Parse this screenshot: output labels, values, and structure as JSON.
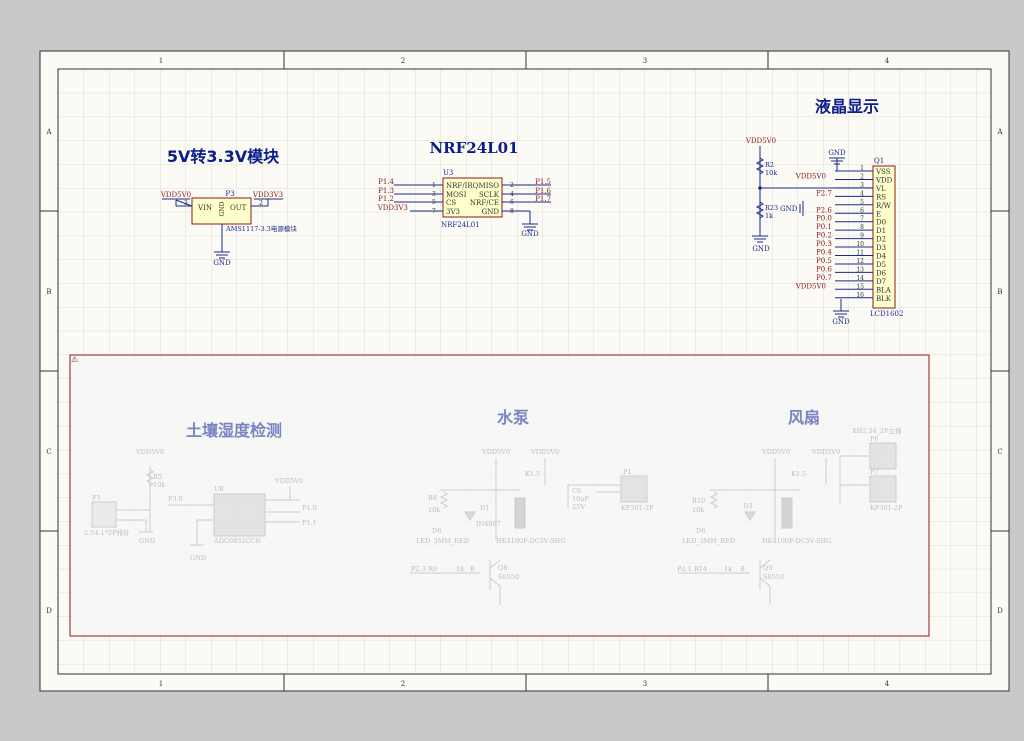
{
  "frame": {
    "columns": [
      "1",
      "2",
      "3",
      "4"
    ],
    "rows": [
      "A",
      "B",
      "C",
      "D"
    ]
  },
  "titles": {
    "regulator": "5V转3.3V模块",
    "nrf": "NRF24L01",
    "lcd": "液晶显示",
    "soil": "土壤湿度检测",
    "pump": "水泵",
    "fan": "风扇"
  },
  "regulator": {
    "designator": "P3",
    "vin": "VIN",
    "gnd": "GND",
    "out": "OUT",
    "pin_in": "3",
    "pin_out": "2",
    "net_in": "VDD5V0",
    "net_out": "VDD3V3",
    "gnd_net": "GND",
    "comment": "AMS1117-3.3电源模块"
  },
  "nrf": {
    "designator": "U3",
    "comment": "NRF24L01",
    "left_pins": [
      {
        "net": "P1.4",
        "num": "1",
        "name": "NRF/IRQ"
      },
      {
        "net": "P1.3",
        "num": "3",
        "name": "MOSI"
      },
      {
        "net": "P1.2",
        "num": "5",
        "name": "CS"
      },
      {
        "net": "VDD3V3",
        "num": "7",
        "name": "3V3"
      }
    ],
    "right_pins": [
      {
        "net": "P1.5",
        "num": "2",
        "name": "MISO"
      },
      {
        "net": "P1.6",
        "num": "4",
        "name": "SCLK"
      },
      {
        "net": "P1.7",
        "num": "6",
        "name": "NRF/CE"
      },
      {
        "net": "",
        "num": "8",
        "name": "GND"
      }
    ],
    "gnd_net": "GND"
  },
  "lcd": {
    "designator": "Q1",
    "comment": "LCD1602",
    "gnd_top": "GND",
    "gnd_bottom": "GND",
    "vdd_top": "VDD5V0",
    "r2_ref": "R2",
    "r2_val": "10k",
    "r23_ref": "R23",
    "r23_val": "1k",
    "r_gnd": "GND",
    "mid_gnd": "GND",
    "pins": [
      {
        "num": "1",
        "name": "VSS",
        "net": ""
      },
      {
        "num": "2",
        "name": "VDD",
        "net": "VDD5V0"
      },
      {
        "num": "3",
        "name": "VL",
        "net": ""
      },
      {
        "num": "4",
        "name": "RS",
        "net": "P2.7"
      },
      {
        "num": "5",
        "name": "R/W",
        "net": ""
      },
      {
        "num": "6",
        "name": "E",
        "net": "P2.6"
      },
      {
        "num": "7",
        "name": "D0",
        "net": "P0.0"
      },
      {
        "num": "8",
        "name": "D1",
        "net": "P0.1"
      },
      {
        "num": "9",
        "name": "D2",
        "net": "P0.2"
      },
      {
        "num": "10",
        "name": "D3",
        "net": "P0.3"
      },
      {
        "num": "11",
        "name": "D4",
        "net": "P0.4"
      },
      {
        "num": "12",
        "name": "D5",
        "net": "P0.5"
      },
      {
        "num": "13",
        "name": "D6",
        "net": "P0.6"
      },
      {
        "num": "14",
        "name": "D7",
        "net": "P0.7"
      },
      {
        "num": "15",
        "name": "BLA",
        "net": "VDD5V0"
      },
      {
        "num": "16",
        "name": "BLK",
        "net": ""
      }
    ]
  },
  "faded": {
    "soil": {
      "vdd": "VDD5V0",
      "r_ref": "R5",
      "r_val": "10k",
      "p_ref": "P3",
      "p3_6": "P3.6",
      "u_ref": "U8",
      "u_comment": "ADC0832CCN",
      "vdd2": "VDD5V0",
      "p1_0": "P1.0",
      "p1_1": "P1.1",
      "header": "2.54-1*2P排针",
      "gnd1": "GND",
      "gnd2": "GND"
    },
    "pump": {
      "vdd1": "VDD5V0",
      "vdd2": "VDD5V0",
      "k": "K1.5",
      "r": "R8",
      "r_val": "10k",
      "d": "D1",
      "d_model": "IN4007",
      "d2": "D6",
      "led": "LED_3MM_RED",
      "relay": "HK4100F-DC5V-SHG",
      "cap": "C6",
      "cap_val": "10uF",
      "cap_v": "25V",
      "conn": "P1",
      "conn_model": "KF301-2P",
      "base": "P2.3",
      "rb": "R9",
      "rb_val": "1k",
      "q": "Q8",
      "q_model": "S8550",
      "b": "B"
    },
    "fan": {
      "vdd1": "VDD5V0",
      "vdd2": "VDD5V0",
      "k": "K1.5",
      "r": "R10",
      "r_val": "10k",
      "d": "D3",
      "d2": "D6",
      "led": "LED_3MM_RED",
      "relay": "HK4100F-DC5V-SHG",
      "header_note": "XH2.54_2P立插",
      "p6": "P6",
      "p7": "P7",
      "conn_model": "KF301-2P",
      "base": "P2.1",
      "rb": "R14",
      "rb_val": "1k",
      "q": "Q9",
      "q_model": "S8550",
      "b": "B"
    }
  },
  "colors": {
    "background": "#c9c9c9",
    "sheet": "#fcfaf4",
    "grid": "#dcdcdc",
    "title": "#0b1d8a",
    "net": "#8b1a1a",
    "wire": "#1a2b8f",
    "component_fill": "#ffffcc",
    "faded_title": "#7b84c2"
  }
}
